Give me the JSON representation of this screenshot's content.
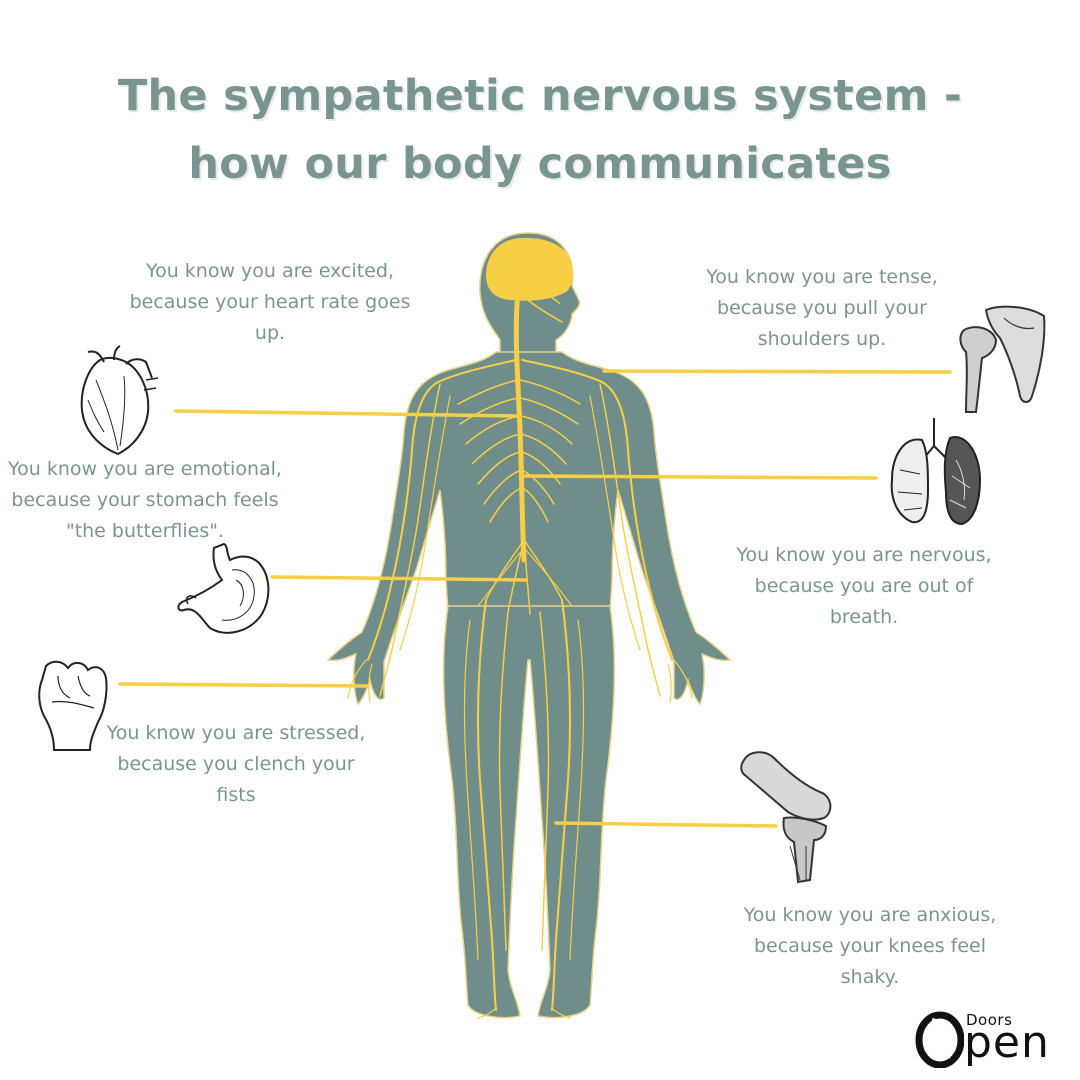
{
  "title": {
    "line1": "The sympathetic nervous system -",
    "line2": "how our body communicates"
  },
  "captions": {
    "excited": [
      "You know you are excited,",
      "because your heart rate goes",
      "up."
    ],
    "tense": [
      "You know you are tense,",
      "because you pull your",
      "shoulders up."
    ],
    "emotional": [
      "You know you are emotional,",
      "because your stomach feels",
      "\"the butterflies\"."
    ],
    "nervous": [
      "You know you are nervous,",
      "because you are out of",
      "breath."
    ],
    "stressed": [
      "You know you are stressed,",
      "because you clench your",
      "fists"
    ],
    "anxious": [
      "You know you are anxious,",
      "because your knees feel",
      "shaky."
    ]
  },
  "logo": {
    "small": "Doors",
    "large": "pen"
  },
  "colors": {
    "title": "#7a9591",
    "body": "#6f8d8a",
    "nerves": "#f7cf44",
    "caption": "#7a9591"
  }
}
